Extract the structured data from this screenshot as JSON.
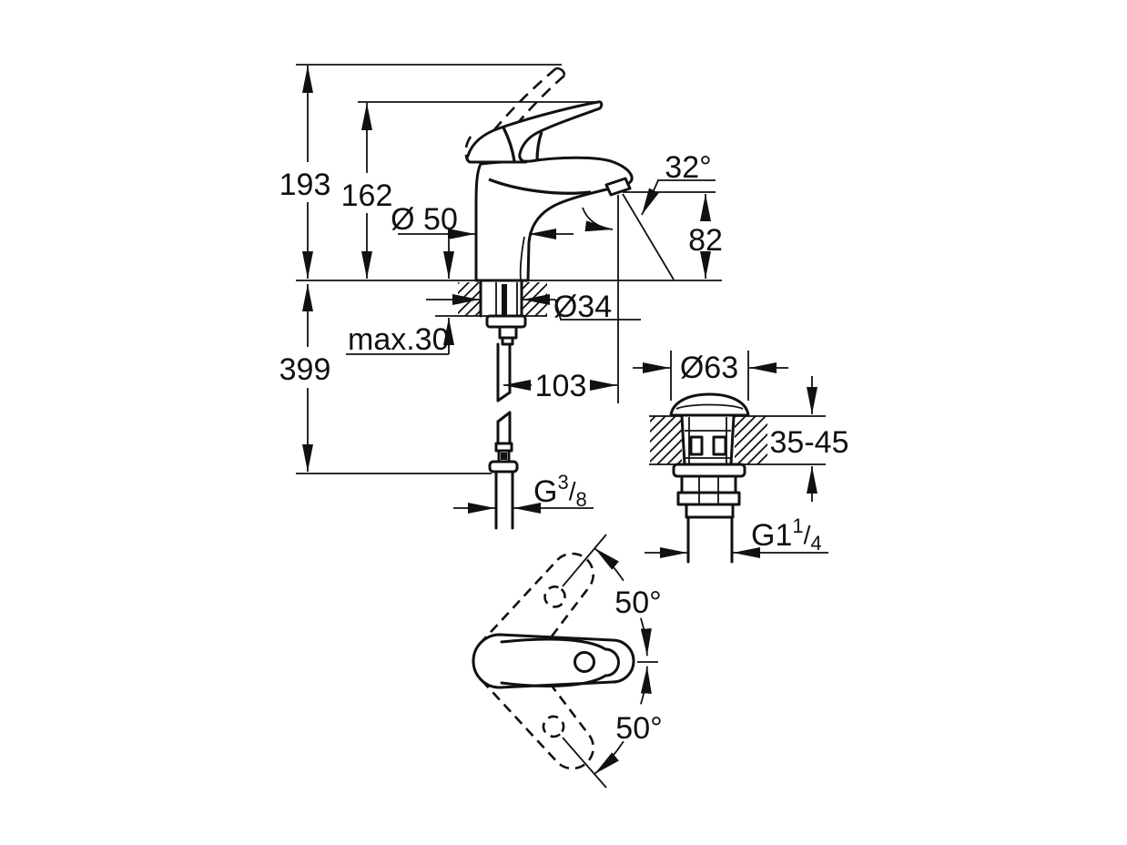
{
  "drawing": {
    "background": "#ffffff",
    "line_color": "#111111",
    "main_view": {
      "height_overall": "193",
      "height_to_handle": "162",
      "base_diameter": "Ø 50",
      "spout_angle": "32°",
      "outlet_height": "82",
      "shank_diameter": "Ø34",
      "max_deck_thickness": "max.30",
      "below_deck_length": "399",
      "spout_reach": "103",
      "supply_thread": {
        "prefix": "G",
        "numerator": "3",
        "slash": "/",
        "denominator": "8"
      }
    },
    "drain_view": {
      "flange_diameter": "Ø63",
      "deck_thickness_range": "35-45",
      "outlet_thread": {
        "prefix": "G1",
        "numerator": "1",
        "slash": "/",
        "denominator": "4"
      }
    },
    "top_view": {
      "handle_swing_up": "50°",
      "handle_swing_down": "50°"
    }
  }
}
